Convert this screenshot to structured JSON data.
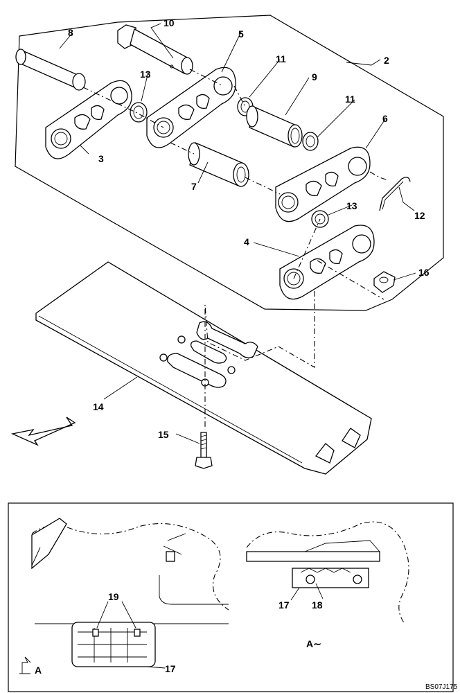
{
  "labels": {
    "p1": "8",
    "p2": "10",
    "p3": "5",
    "p4": "11",
    "p5": "2",
    "p6": "13",
    "p7": "9",
    "p8": "11",
    "p9": "6",
    "p10": "3",
    "p11": "7",
    "p12": "13",
    "p13": "12",
    "p14": "4",
    "p15": "16",
    "p16": "14",
    "p17": "15",
    "d1": "19",
    "d2": "17",
    "d3": "17",
    "d4": "18"
  },
  "view_marker": "A",
  "view_title": "A∼",
  "drawing_code": "BS07J175"
}
